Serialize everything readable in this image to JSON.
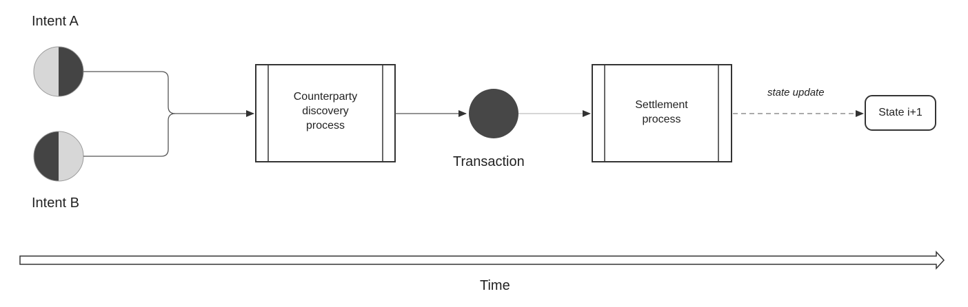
{
  "diagram": {
    "intent_a": "Intent A",
    "intent_b": "Intent B",
    "counterparty_box": "Counterparty\ndiscovery\nprocess",
    "transaction": "Transaction",
    "settlement_box": "Settlement\nprocess",
    "state_update": "state update",
    "state_node": "State i+1",
    "time_axis": "Time"
  }
}
